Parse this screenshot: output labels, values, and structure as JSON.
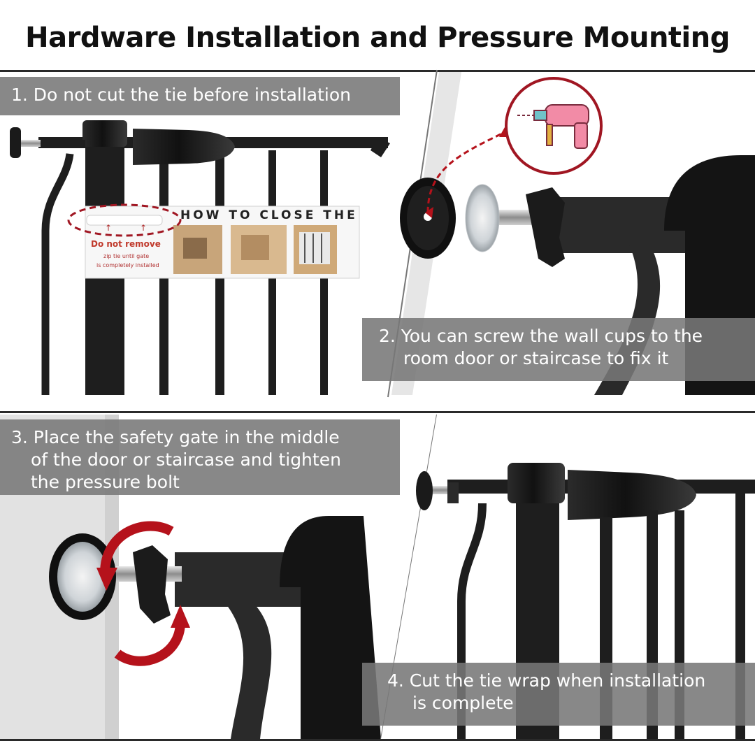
{
  "header": {
    "title": "Hardware Installation and Pressure Mounting"
  },
  "steps": [
    {
      "lines": [
        "1. Do not cut the tie before installation"
      ]
    },
    {
      "lines": [
        "2. You can screw the wall cups to the",
        "room door or staircase to fix it"
      ]
    },
    {
      "lines": [
        "3. Place the safety gate in the middle",
        "of the door or staircase and tighten",
        "the pressure bolt"
      ]
    },
    {
      "lines": [
        "4. Cut the tie wrap when installation",
        "is complete"
      ]
    }
  ],
  "instruction_label": {
    "title": "HOW TO CLOSE THE",
    "warning": "Do not remove",
    "note_line1": "zip tie until gate",
    "note_line2": "is completely installed"
  },
  "colors": {
    "gate_metal": "#1e1e1e",
    "caption_bg": "#787878",
    "accent_red": "#b5121b",
    "wall": "#e2e2e2"
  },
  "icons": [
    "drill-icon",
    "rotate-arrows-icon",
    "curved-arrow-icon"
  ]
}
